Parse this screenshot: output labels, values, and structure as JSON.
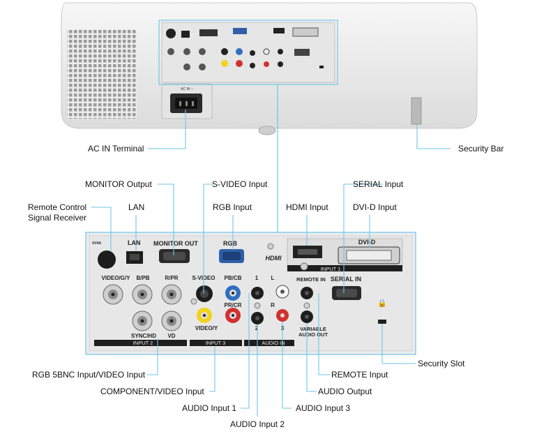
{
  "callouts": {
    "ac_in": "AC IN Terminal",
    "security_bar": "Security Bar",
    "monitor_output": "MONITOR Output",
    "s_video_input": "S-VIDEO Input",
    "serial_input": "SERIAL Input",
    "remote_receiver": "Remote Control\nSignal Receiver",
    "lan": "LAN",
    "rgb_input": "RGB Input",
    "hdmi_input": "HDMI Input",
    "dvi_d_input": "DVI-D Input",
    "rgb_5bnc": "RGB 5BNC Input/VIDEO Input",
    "security_slot": "Security Slot",
    "remote_input": "REMOTE Input",
    "component_video": "COMPONENT/VIDEO Input",
    "audio_output": "AUDIO Output",
    "audio_input_1": "AUDIO Input 1",
    "audio_input_3": "AUDIO Input 3",
    "audio_input_2": "AUDIO Input 2"
  },
  "panel_labels": {
    "model": "XV4A",
    "lan": "LAN",
    "monitor_out": "MONITOR OUT",
    "rgb": "RGB",
    "hdmi": "HDMI",
    "dvi_d": "DVI-D",
    "input_1": "INPUT 1",
    "video_g_y": "VIDEO/G/Y",
    "b_pb": "B/PB",
    "r_pr": "R/PR",
    "sync_hd": "SYNC/HD",
    "vd": "VD",
    "input_2": "INPUT 2",
    "s_video": "S-VIDEO",
    "pb_cb": "PB/CB",
    "pr_cr": "PR/CR",
    "video_y": "VIDEO/Y",
    "input_3": "INPUT 3",
    "audio_1": "1",
    "audio_2": "2",
    "audio_l": "L",
    "audio_r": "R",
    "audio_3": "3",
    "audio_in": "AUDIO IN",
    "remote_in": "REMOTE IN",
    "serial_in": "SERIAL IN",
    "variable_audio_out": "VARIABLE\nAUDIO OUT",
    "ac_in": "AC IN ~"
  },
  "colors": {
    "highlight": "#6ec6e8",
    "body": "#f4f4f4",
    "panel": "#ececec",
    "rca_yellow": "#f2d21a",
    "rca_blue": "#2f6fc0",
    "rca_red": "#d23030",
    "rca_white": "#f8f8f8"
  }
}
